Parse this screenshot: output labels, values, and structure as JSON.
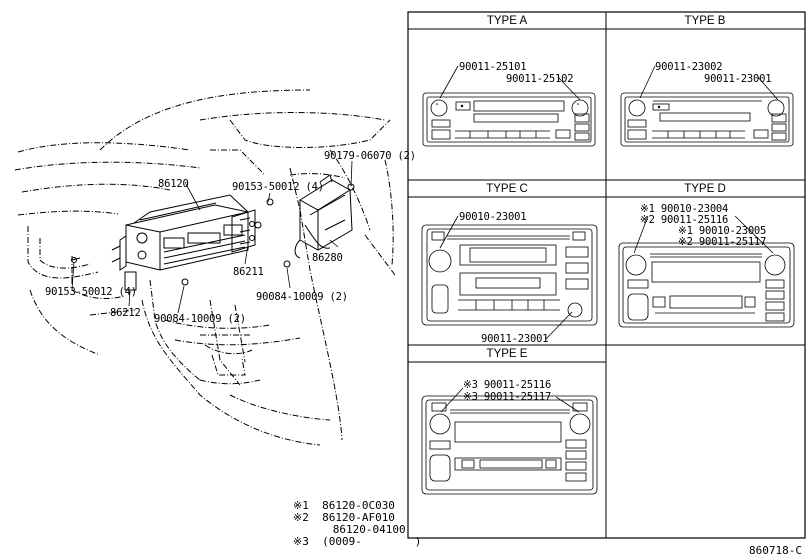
{
  "diagram": {
    "figure_id": "860718-C",
    "main_labels": {
      "p86120": "86120",
      "p90179": "90179-06070 (2)",
      "p90153_top": "90153-50012 (4)",
      "p86211": "86211",
      "p86280": "86280",
      "p90153_left": "90153-50012 (4)",
      "p86212": "86212",
      "p90084_right": "90084-10009 (2)",
      "p90084_left": "90084-10009 (2)"
    },
    "types": {
      "a": {
        "title": "TYPE A",
        "labels": [
          "90011-25101",
          "90011-25102"
        ]
      },
      "b": {
        "title": "TYPE B",
        "labels": [
          "90011-23002",
          "90011-23001"
        ]
      },
      "c": {
        "title": "TYPE C",
        "labels": [
          "90010-23001",
          "90011-23001"
        ]
      },
      "d": {
        "title": "TYPE D",
        "labels": [
          "※1  90010-23004",
          "※2  90011-25116",
          "※1  90010-23005",
          "※2  90011-25117"
        ]
      },
      "e": {
        "title": "TYPE E",
        "labels": [
          "※3  90011-25116",
          "※3  90011-25117"
        ]
      }
    },
    "footnotes": [
      "※1  86120-0C030",
      "※2  86120-AF010",
      "      86120-04100",
      "※3  (0009-        )"
    ]
  },
  "icons": [
    "car-dashboard-illustration",
    "radio-unit-illustration"
  ]
}
